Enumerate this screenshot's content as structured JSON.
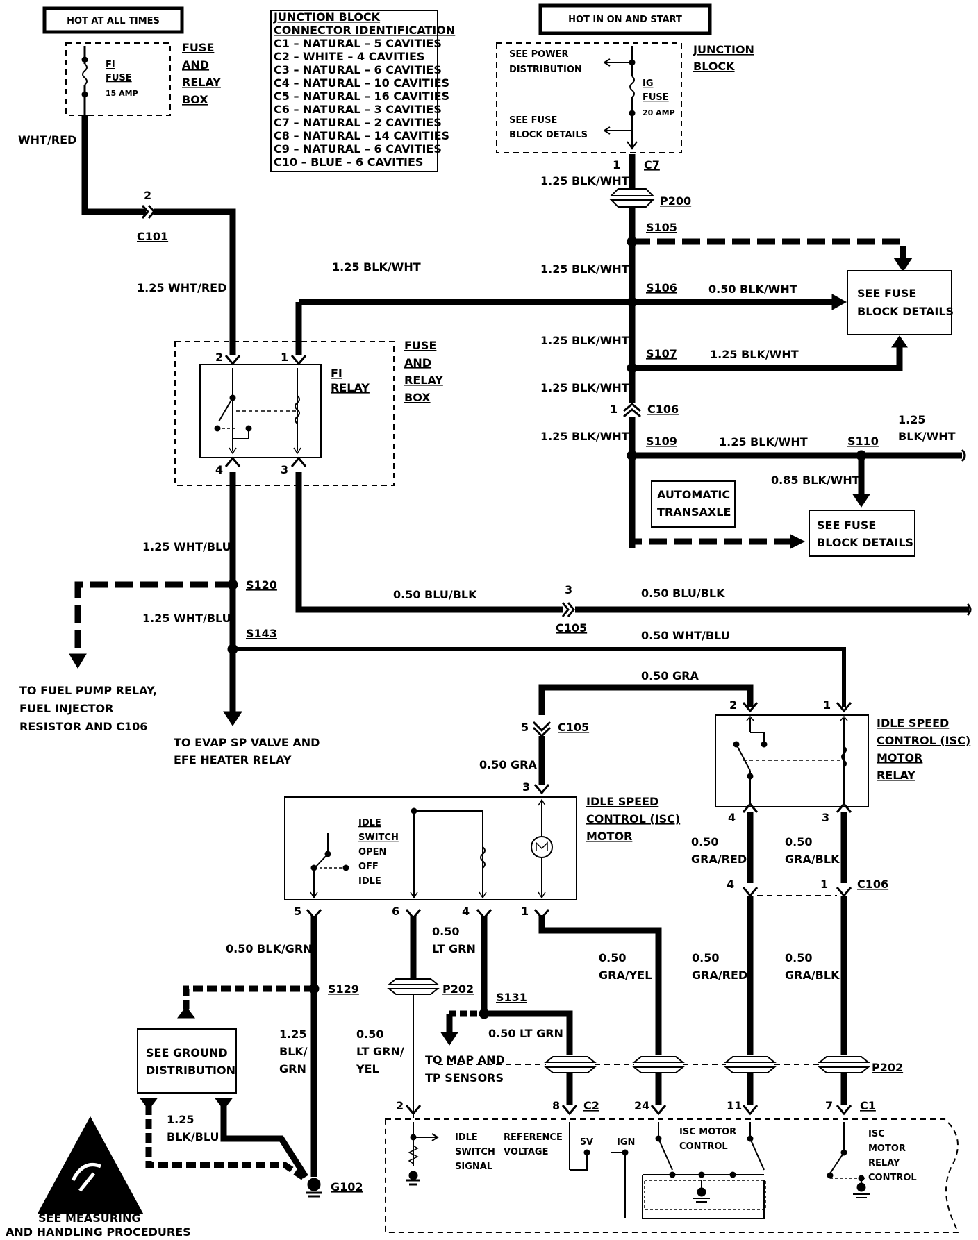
{
  "header": {
    "hot_at_all_times": "HOT AT ALL TIMES",
    "hot_in_on_start": "HOT IN ON AND START"
  },
  "connector_table": {
    "title": "JUNCTION BLOCK",
    "subtitle": "CONNECTOR IDENTIFICATION",
    "rows": [
      "C1 – NATURAL – 5 CAVITIES",
      "C2 – WHITE – 4 CAVITIES",
      "C3 – NATURAL – 6 CAVITIES",
      "C4 – NATURAL – 10 CAVITIES",
      "C5 – NATURAL – 16 CAVITIES",
      "C6 – NATURAL – 3 CAVITIES",
      "C7 – NATURAL – 2 CAVITIES",
      "C8 – NATURAL – 14 CAVITIES",
      "C9 – NATURAL – 6 CAVITIES",
      "C10 – BLUE – 6 CAVITIES"
    ]
  },
  "fuse_box_top": {
    "fi": "FI",
    "fuse": "FUSE",
    "amp": "15 AMP",
    "label": [
      "FUSE",
      "AND",
      "RELAY",
      "BOX"
    ]
  },
  "junction_block": {
    "see_power": "SEE POWER",
    "distribution": "DISTRIBUTION",
    "ig": "IG",
    "fuse": "FUSE",
    "amp": "20 AMP",
    "see_fuse": "SEE FUSE",
    "block_details": "BLOCK DETAILS",
    "label": [
      "JUNCTION",
      "BLOCK"
    ],
    "pin1": "1",
    "c7": "C7"
  },
  "relay_box": {
    "label": [
      "FUSE",
      "AND",
      "RELAY",
      "BOX"
    ],
    "fi": "FI",
    "relay": "RELAY",
    "pins": [
      "2",
      "1",
      "4",
      "3"
    ]
  },
  "wires": {
    "wht_red": "WHT/RED",
    "c101_pin": "2",
    "c101": "C101",
    "w125_wht_red": "1.25 WHT/RED",
    "w125_blk_wht_a": "1.25 BLK/WHT",
    "w125_blk_wht_b": "1.25 BLK/WHT",
    "w125_blk_wht_c": "1.25 BLK/WHT",
    "w125_blk_wht_d": "1.25 BLK/WHT",
    "w125_blk_wht_e": "1.25 BLK/WHT",
    "w125_blk_wht_f": "1.25 BLK/WHT",
    "p200": "P200",
    "s105": "S105",
    "s106": "S106",
    "w050_blk_wht": "0.50  BLK/WHT",
    "s107": "S107",
    "w125_blk_wht_s107": "1.25 BLK/WHT",
    "c106_pin": "1",
    "c106": "C106",
    "s109": "S109",
    "w125_blk_wht_s109": "1.25 BLK/WHT",
    "s110": "S110",
    "w125_right_1": "1.25",
    "w125_right_2": "BLK/WHT",
    "w085_blk_wht": "0.85 BLK/WHT",
    "w125_wht_blu_a": "1.25 WHT/BLU",
    "s120": "S120",
    "w125_wht_blu_b": "1.25 WHT/BLU",
    "s143": "S143",
    "w050_blu_blk_a": "0.50 BLU/BLK",
    "c105_pin3": "3",
    "c105_a": "C105",
    "w050_blu_blk_b": "0.50 BLU/BLK",
    "w050_wht_blu": "0.50 WHT/BLU",
    "w050_gra_top": "0.50 GRA",
    "c105_pin5": "5",
    "c105_b": "C105",
    "w050_gra": "0.50 GRA",
    "isc_pin3": "3"
  },
  "see_fuse_1": [
    "SEE FUSE",
    "BLOCK DETAILS"
  ],
  "see_fuse_2": [
    "SEE FUSE",
    "BLOCK DETAILS"
  ],
  "auto_transaxle": [
    "AUTOMATIC",
    "TRANSAXLE"
  ],
  "to_fuel_pump": [
    "TO FUEL PUMP RELAY,",
    "FUEL INJECTOR",
    "RESISTOR AND C106"
  ],
  "to_evap": [
    "TO EVAP SP VALVE AND",
    "EFE HEATER RELAY"
  ],
  "isc_relay": {
    "label": [
      "IDLE SPEED",
      "CONTROL (ISC)",
      "MOTOR",
      "RELAY"
    ],
    "pins": [
      "2",
      "1",
      "4",
      "3"
    ]
  },
  "isc_motor": {
    "label": [
      "IDLE SPEED",
      "CONTROL (ISC)",
      "MOTOR"
    ],
    "switch": [
      "IDLE",
      "SWITCH",
      "OPEN",
      "OFF",
      "IDLE"
    ],
    "pins": [
      "5",
      "6",
      "4",
      "1"
    ]
  },
  "lower_wires": {
    "w050_gra_red_a": [
      "0.50",
      "GRA/RED"
    ],
    "w050_gra_blk_a": [
      "0.50",
      "GRA/BLK"
    ],
    "pin4": "4",
    "pin1": "1",
    "c106": "C106",
    "w050_blk_grn": "0.50 BLK/GRN",
    "s129": "S129",
    "w050_lt_grn_top": [
      "0.50",
      "LT GRN"
    ],
    "p202_a": "P202",
    "s131": "S131",
    "w050_lt_grn": "0.50 LT GRN",
    "to_map": [
      "TO MAP AND",
      "TP SENSORS"
    ],
    "w050_gra_yel": [
      "0.50",
      "GRA/YEL"
    ],
    "w050_gra_red_b": [
      "0.50",
      "GRA/RED"
    ],
    "w050_gra_blk_b": [
      "0.50",
      "GRA/BLK"
    ],
    "w125_blk_grn": [
      "1.25",
      "BLK/",
      "GRN"
    ],
    "w050_lt_grn_yel": [
      "0.50",
      "LT GRN/",
      "YEL"
    ],
    "p202_b": "P202",
    "w125_blk_blu": [
      "1.25",
      "BLK/BLU"
    ],
    "g102": "G102"
  },
  "see_ground": [
    "SEE GROUND",
    "DISTRIBUTION"
  ],
  "ecm": {
    "pins": [
      "2",
      "8",
      "24",
      "11",
      "7"
    ],
    "c2": "C2",
    "c1": "C1",
    "idle_switch": [
      "IDLE",
      "SWITCH",
      "SIGNAL"
    ],
    "reference": [
      "REFERENCE",
      "VOLTAGE"
    ],
    "v5": "5V",
    "ign": "IGN",
    "isc_control": [
      "ISC MOTOR",
      "CONTROL"
    ],
    "isc_relay_control": [
      "ISC",
      "MOTOR",
      "RELAY",
      "CONTROL"
    ]
  },
  "esd": [
    "SEE  MEASURING",
    "AND HANDLING PROCEDURES"
  ]
}
